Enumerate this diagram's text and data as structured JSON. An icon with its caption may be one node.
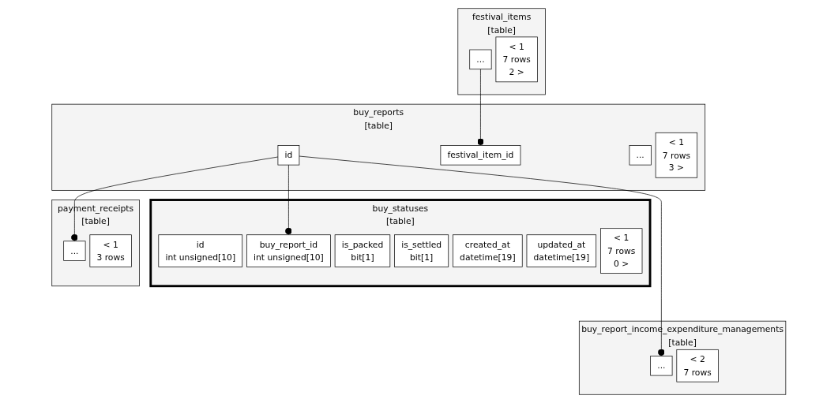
{
  "diagram": {
    "nodes": [
      {
        "text": [
          "festival_items",
          "[table]"
        ]
      },
      {
        "text": [
          "..."
        ],
        "in": 0
      },
      {
        "text": [
          "< 1",
          "7 rows",
          "2 >"
        ],
        "in": 0
      },
      {
        "text": [
          "buy_reports",
          "[table]"
        ]
      },
      {
        "text": [
          "id"
        ],
        "in": 3
      },
      {
        "text": [
          "festival_item_id"
        ],
        "in": 3
      },
      {
        "text": [
          "..."
        ],
        "in": 3
      },
      {
        "text": [
          "< 1",
          "7 rows",
          "3 >"
        ],
        "in": 3
      },
      {
        "text": [
          "buy_report_income_expenditure_managements",
          "[table]"
        ]
      },
      {
        "text": [
          "..."
        ],
        "in": 8
      },
      {
        "text": [
          "< 2",
          "7 rows"
        ],
        "in": 8
      },
      {
        "text": [
          "buy_statuses",
          "[table]"
        ]
      },
      {
        "text": [
          "id",
          "int unsigned[10]"
        ],
        "in": 11
      },
      {
        "text": [
          "buy_report_id",
          "int unsigned[10]"
        ],
        "in": 11
      },
      {
        "text": [
          "is_packed",
          "bit[1]"
        ],
        "in": 11
      },
      {
        "text": [
          "is_settled",
          "bit[1]"
        ],
        "in": 11
      },
      {
        "text": [
          "created_at",
          "datetime[19]"
        ],
        "in": 11
      },
      {
        "text": [
          "updated_at",
          "datetime[19]"
        ],
        "in": 11
      },
      {
        "text": [
          "< 1",
          "7 rows",
          "0 >"
        ],
        "in": 11
      },
      {
        "text": [
          "payment_receipts",
          "[table]"
        ]
      },
      {
        "text": [
          "..."
        ],
        "in": 19
      },
      {
        "text": [
          "< 1",
          "3 rows"
        ],
        "in": 19
      }
    ],
    "edges": [
      {
        "from": 1,
        "to": 5,
        "arrow": "other"
      },
      {
        "from": 4,
        "to": 9,
        "arrow": "other"
      },
      {
        "from": 4,
        "to": 13,
        "arrow": "other"
      },
      {
        "from": 4,
        "to": 20,
        "arrow": "other"
      }
    ]
  }
}
